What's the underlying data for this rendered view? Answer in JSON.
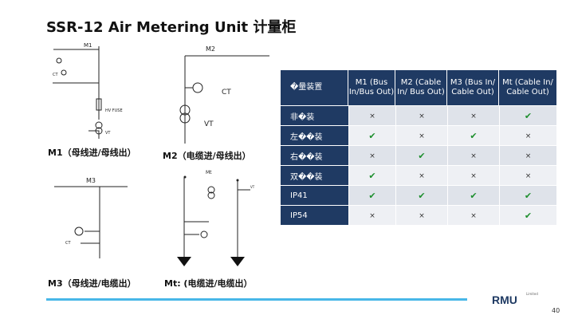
{
  "title": "SSR-12  Air Metering Unit  计量柜",
  "diagrams": {
    "m1": {
      "label": "M1",
      "ct": "CT",
      "hv_fuse": "HV FUSE",
      "vt": "VT",
      "caption": "M1（母线进/母线出）"
    },
    "m2": {
      "label": "M2",
      "ct": "CT",
      "vt": "VT",
      "caption": "M2（电缆进/母线出）"
    },
    "m3": {
      "label": "M3",
      "ct": "CT",
      "caption": "M3（母线进/电缆出）"
    },
    "mt": {
      "label": "Mt",
      "vt": "VT",
      "caption": "Mt: (电缆进/电缆出）"
    }
  },
  "table": {
    "corner": "�量装置",
    "columns": [
      "M1 (Bus In/Bus Out)",
      "M2 (Cable In/ Bus Out)",
      "M3 (Bus In/ Cable Out)",
      "Mt (Cable In/ Cable Out)"
    ],
    "rows": [
      {
        "label": "非�装",
        "values": [
          "×",
          "×",
          "×",
          "✔"
        ]
      },
      {
        "label": "左��装",
        "values": [
          "✔",
          "×",
          "✔",
          "×"
        ]
      },
      {
        "label": "右��装",
        "values": [
          "×",
          "✔",
          "×",
          "×"
        ]
      },
      {
        "label": "双��装",
        "values": [
          "✔",
          "×",
          "×",
          "×"
        ]
      },
      {
        "label": "IP41",
        "values": [
          "✔",
          "✔",
          "✔",
          "✔"
        ]
      },
      {
        "label": "IP54",
        "values": [
          "×",
          "×",
          "×",
          "✔"
        ]
      }
    ]
  },
  "logo": {
    "text": "RMU",
    "sub": "Limited"
  },
  "page_number": "40",
  "colors": {
    "table_header": "#1f3a63",
    "accent_bar": "#48b7e8",
    "check": "#1e8f2e"
  }
}
